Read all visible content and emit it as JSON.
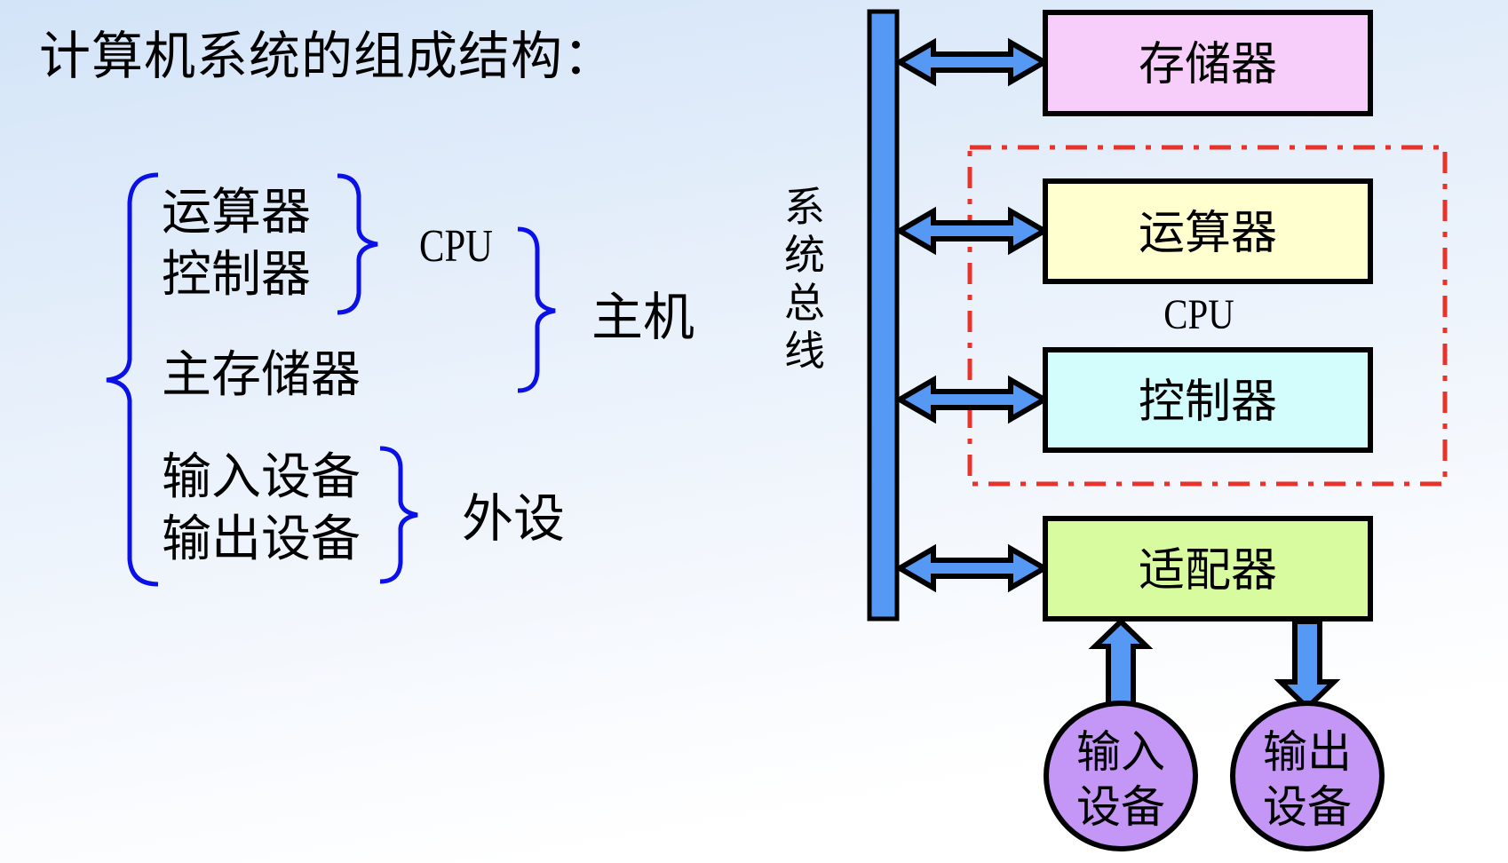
{
  "title": "计算机系统的组成结构：",
  "hierarchy": {
    "items": [
      "运算器",
      "控制器",
      "主存储器",
      "输入设备",
      "输出设备"
    ],
    "groups": {
      "cpu": "CPU",
      "host": "主机",
      "peripheral": "外设"
    }
  },
  "diagram": {
    "bus_label": "系统总线",
    "cpu_label": "CPU",
    "boxes": {
      "memory": "存储器",
      "alu": "运算器",
      "control": "控制器",
      "adapter": "适配器"
    },
    "devices": {
      "input": [
        "输入",
        "设备"
      ],
      "output": [
        "输出",
        "设备"
      ]
    },
    "colors": {
      "bus": "#5599f5",
      "memory": "#f7cdf9",
      "alu": "#ffffcf",
      "control": "#d3fdfd",
      "adapter": "#d9fb9f",
      "device": "#c497f7",
      "cpu_border": "#e8322a",
      "brace": "#0a10e6"
    }
  }
}
